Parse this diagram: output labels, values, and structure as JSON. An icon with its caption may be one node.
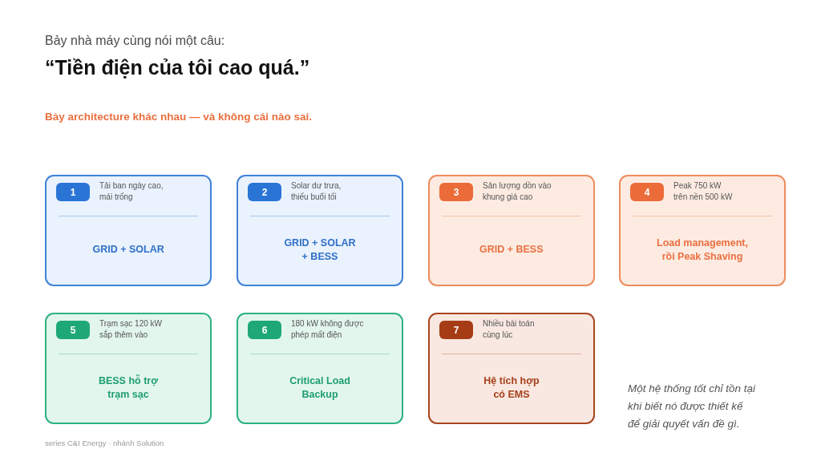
{
  "diagram": {
    "title": "“Tiền điện của tôi cao quá.”",
    "nodes": [
      {
        "text": [
          "Tải ban ngày cao, mái trống",
          "GRID + SOLAR"
        ]
      },
      {
        "text": [
          "1"
        ],
        "in": 0
      },
      {
        "text": [
          "Solar dư trưa, thiếu buổi tối",
          "GRID + SOLAR + BESS"
        ]
      },
      {
        "text": [
          "2"
        ],
        "in": 2
      },
      {
        "text": [
          "Sản lượng dồn vào khung giá cao",
          "GRID + BESS"
        ]
      },
      {
        "text": [
          "3"
        ],
        "in": 4
      },
      {
        "text": [
          "Peak 750 kW trên nền 500 kW",
          "Load management, rồi Peak Shaving"
        ]
      },
      {
        "text": [
          "4"
        ],
        "in": 6
      },
      {
        "text": [
          "Trạm sạc 120 kW sắp thêm vào",
          "BESS hỗ trợ trạm sạc"
        ]
      },
      {
        "text": [
          "5"
        ],
        "in": 8
      },
      {
        "text": [
          "180 kW không được phép mất điện",
          "Critical Load Backup"
        ]
      },
      {
        "text": [
          "6"
        ],
        "in": 10
      },
      {
        "text": [
          "Nhiều bài toán cùng lúc",
          "Hệ tích hợp có EMS"
        ]
      },
      {
        "text": [
          "7"
        ],
        "in": 12
      }
    ],
    "labels": [
      "Bảy nhà máy cùng nói một câu:",
      "Bảy architecture khác nhau — và không cái nào sai.",
      "Một hệ thống tốt chỉ tồn tại khi biết nó được thiết kế để giải quyết vấn đề gì.",
      "series C&I Energy · nhánh Solution"
    ]
  }
}
